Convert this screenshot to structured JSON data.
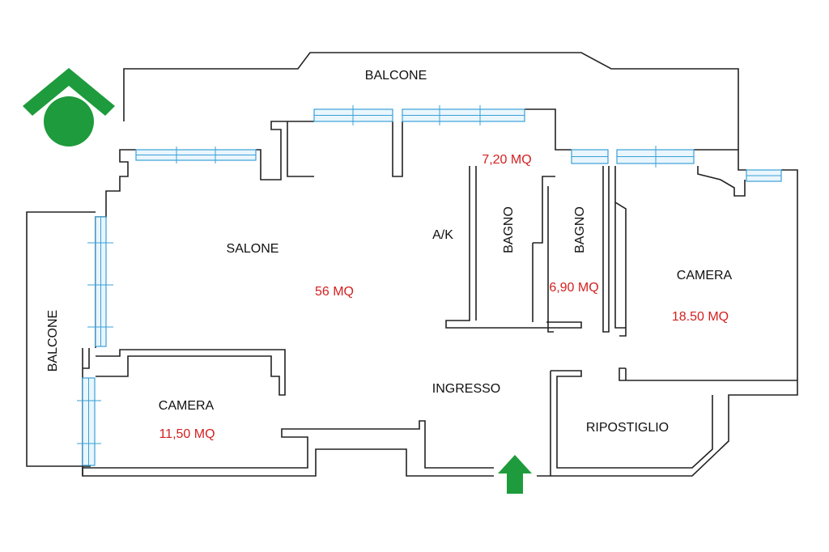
{
  "colors": {
    "wall": "#222222",
    "window": "#3aa0d8",
    "area_text": "#d42020",
    "logo": "#1e9b3c",
    "entrance_arrow": "#1e9b3c"
  },
  "logo": {
    "icon": "roof-circle-logo-icon"
  },
  "entrance": {
    "icon": "up-arrow-icon"
  },
  "rooms": {
    "balcone_top": {
      "label": "BALCONE"
    },
    "balcone_left": {
      "label": "BALCONE"
    },
    "salone": {
      "label": "SALONE",
      "area": "56 MQ"
    },
    "kitchen": {
      "label": "A/K",
      "area": "7,20 MQ"
    },
    "bagno_1": {
      "label": "BAGNO"
    },
    "bagno_2": {
      "label": "BAGNO",
      "area": "6,90 MQ"
    },
    "camera_right": {
      "label": "CAMERA",
      "area": "18.50 MQ"
    },
    "camera_left": {
      "label": "CAMERA",
      "area": "11,50 MQ"
    },
    "ingresso": {
      "label": "INGRESSO"
    },
    "ripostiglio": {
      "label": "RIPOSTIGLIO"
    }
  }
}
